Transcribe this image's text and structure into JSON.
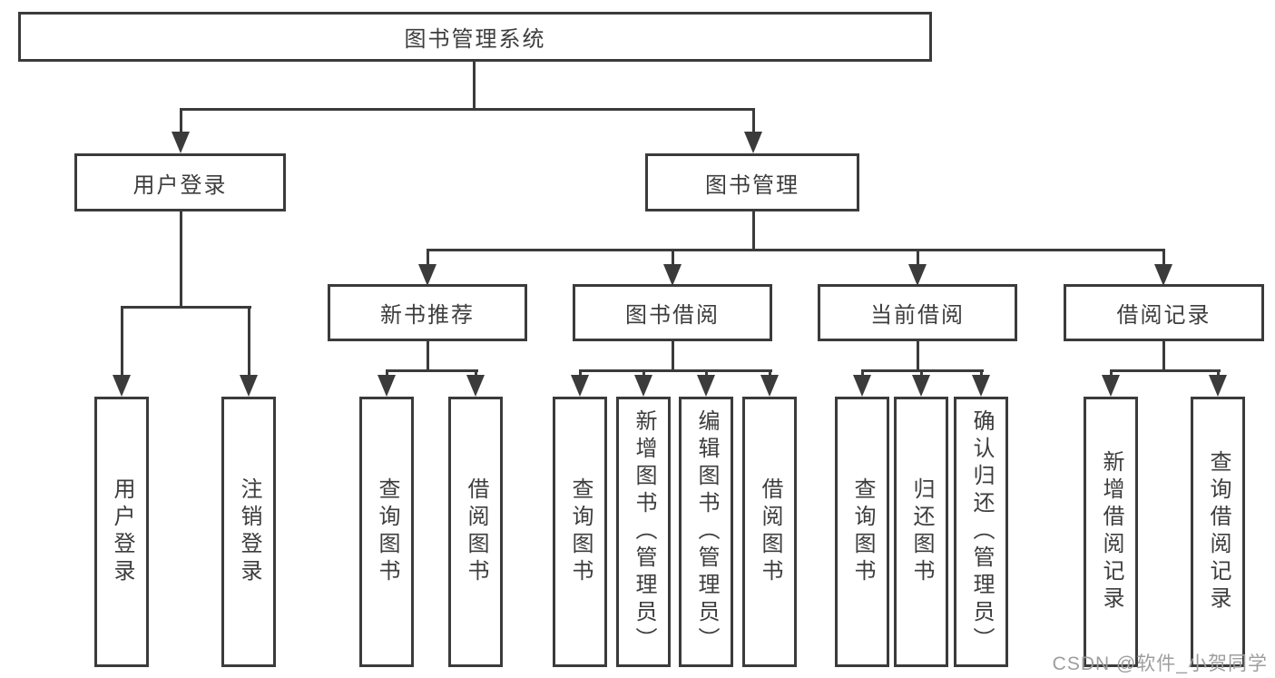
{
  "diagram_title": "图书管理系统",
  "tree": {
    "label": "图书管理系统",
    "children": [
      {
        "label": "用户登录",
        "children": [
          {
            "label": "用户登录"
          },
          {
            "label": "注销登录"
          }
        ]
      },
      {
        "label": "图书管理",
        "children": [
          {
            "label": "新书推荐",
            "children": [
              {
                "label": "查询图书"
              },
              {
                "label": "借阅图书"
              }
            ]
          },
          {
            "label": "图书借阅",
            "children": [
              {
                "label": "查询图书"
              },
              {
                "label": "新增图书（管理员）"
              },
              {
                "label": "编辑图书（管理员）"
              },
              {
                "label": "借阅图书"
              }
            ]
          },
          {
            "label": "当前借阅",
            "children": [
              {
                "label": "查询图书"
              },
              {
                "label": "归还图书"
              },
              {
                "label": "确认归还（管理员）"
              }
            ]
          },
          {
            "label": "借阅记录",
            "children": [
              {
                "label": "新增借阅记录"
              },
              {
                "label": "查询借阅记录"
              }
            ]
          }
        ]
      }
    ]
  },
  "watermark": "CSDN @软件_小贺同学",
  "colors": {
    "line": "#3b3b3b",
    "text": "#3d3d3d",
    "watermark_text": "#9e9e9e",
    "background": "#ffffff"
  }
}
